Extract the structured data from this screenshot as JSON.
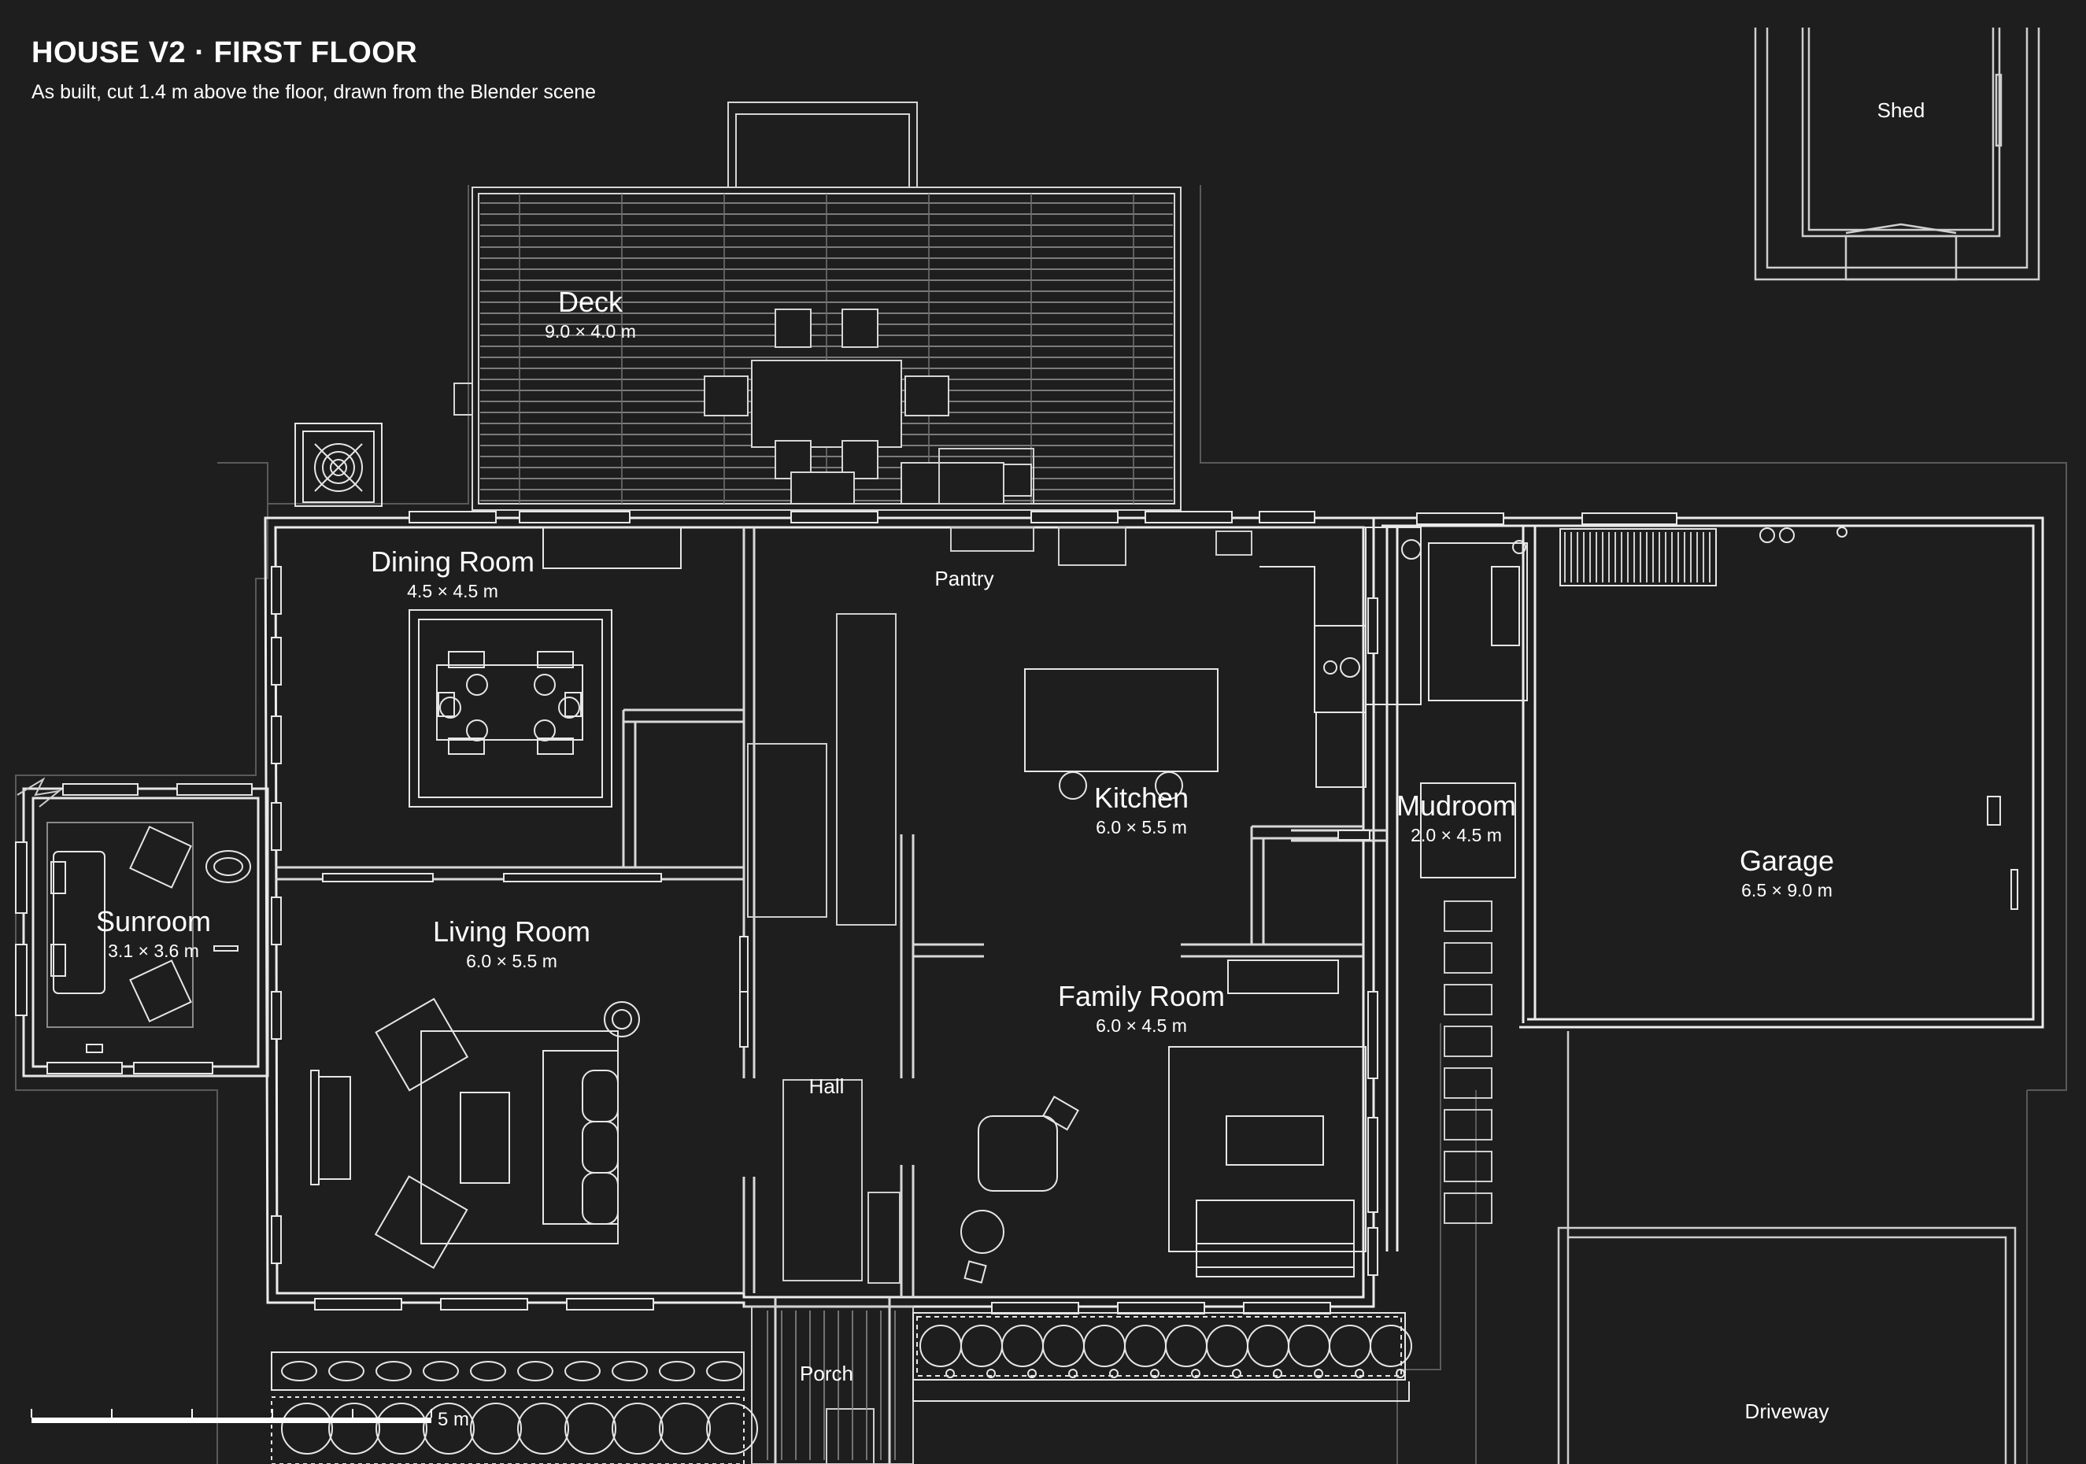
{
  "header": {
    "title": "HOUSE V2 · FIRST FLOOR",
    "subtitle": "As built, cut 1.4 m above the floor, drawn from the Blender scene"
  },
  "rooms": {
    "deck": {
      "name": "Deck",
      "dims": "9.0 × 4.0 m"
    },
    "dining": {
      "name": "Dining Room",
      "dims": "4.5 × 4.5 m"
    },
    "sunroom": {
      "name": "Sunroom",
      "dims": "3.1 × 3.6 m"
    },
    "living": {
      "name": "Living Room",
      "dims": "6.0 × 5.5 m"
    },
    "kitchen": {
      "name": "Kitchen",
      "dims": "6.0 × 5.5 m"
    },
    "mudroom": {
      "name": "Mudroom",
      "dims": "2.0 × 4.5 m"
    },
    "family": {
      "name": "Family Room",
      "dims": "6.0 × 4.5 m"
    },
    "garage": {
      "name": "Garage",
      "dims": "6.5 × 9.0 m"
    }
  },
  "labels": {
    "shed": "Shed",
    "pantry": "Pantry",
    "hall": "Hall",
    "porch": "Porch",
    "driveway": "Driveway"
  },
  "scale": {
    "label": "5 m"
  }
}
